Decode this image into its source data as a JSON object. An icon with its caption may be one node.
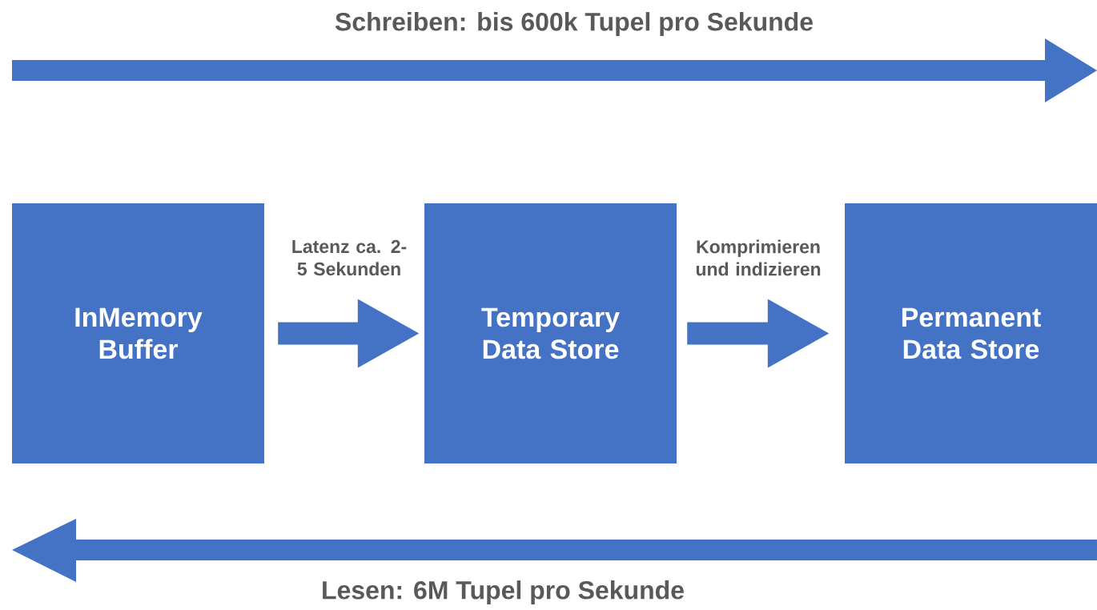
{
  "diagram": {
    "nodes": [
      {
        "text": [
          "InMemory Buffer"
        ]
      },
      {
        "text": [
          "Temporary Data Store"
        ]
      },
      {
        "text": [
          "Permanent Data Store"
        ]
      }
    ],
    "edges": [
      {
        "from": 0,
        "to": 1,
        "arrow": "to",
        "label": "Latenz ca. 2-5 Sekunden"
      },
      {
        "from": 1,
        "to": 2,
        "arrow": "to",
        "label": "Komprimieren und indizieren"
      }
    ],
    "labels": [
      "Schreiben: bis 600k Tupel pro Sekunde",
      "Lesen: 6M Tupel pro Sekunde"
    ]
  }
}
